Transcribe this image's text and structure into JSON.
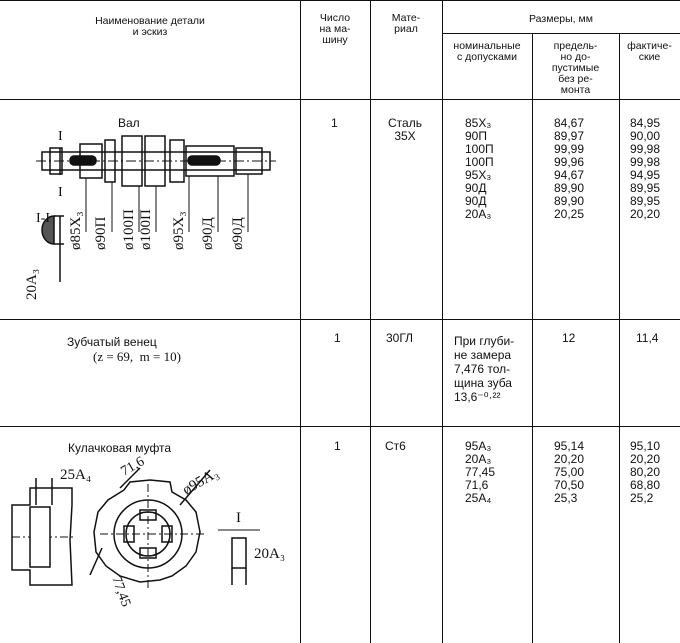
{
  "header": {
    "col1": "Наименование детали\nи эскиз",
    "col2": "Число\nна ма-\nшину",
    "col3": "Мате-\nриал",
    "col4": "Размеры, мм",
    "sub1": "номинальные\nс допусками",
    "sub2": "предель-\nно до-\nпустимые\nбез ре-\nмонта",
    "sub3": "фактиче-\nские"
  },
  "rows": [
    {
      "name": "Вал",
      "qty": "1",
      "material": "Сталь\n35Х",
      "nominal": "85Х₃\n90П\n100П\n100П\n95Х₃\n90Д\n90Д\n20А₃",
      "limit": "84,67\n89,97\n99,99\n99,96\n94,67\n89,90\n89,90\n20,25",
      "actual": "84,95\n90,00\n99,98\n99,98\n94,95\n89,95\n89,95\n20,20",
      "sketch_labels": {
        "section_mark": "I",
        "section_title": "I-I",
        "dims": [
          "ø85Х₃",
          "ø90П",
          "ø100П",
          "ø100П",
          "ø95Х₃",
          "ø90Д",
          "ø90Д"
        ],
        "key_dim": "20А₃"
      }
    },
    {
      "name": "Зубчатый венец",
      "params": "(z = 69,  m = 10)",
      "qty": "1",
      "material": "30ГЛ",
      "nominal": "При глуби-\nне замера\n7,476 тол-\nщина зуба\n13,6⁻⁰·²²",
      "limit": "12",
      "actual": "11,4"
    },
    {
      "name": "Кулачковая муфта",
      "qty": "1",
      "material": "Ст6",
      "nominal": "95А₃\n20А₃\n77,45\n71,6\n25А₄",
      "limit": "95,14\n20,20\n75,00\n70,50\n25,3",
      "actual": "95,10\n20,20\n80,20\n68,80\n25,2",
      "sketch_labels": {
        "dim_25": "25А₄",
        "dim_71": "71,6",
        "dim_95": "ø95А₃",
        "section_mark": "I",
        "dim_20": "20А₃",
        "dim_77": "77,45"
      }
    }
  ]
}
